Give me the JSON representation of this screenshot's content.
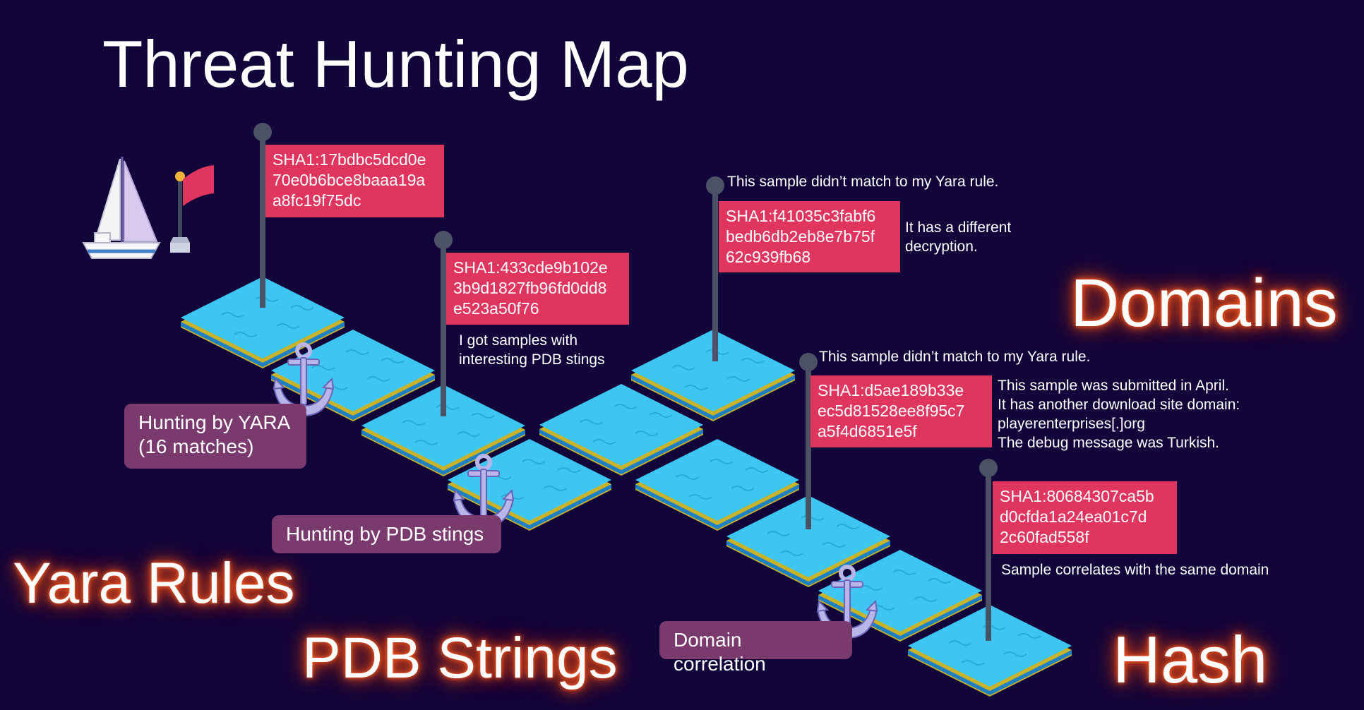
{
  "title": "Threat Hunting Map",
  "stage_labels": {
    "yara_rules": "Yara Rules",
    "pdb_strings": "PDB Strings",
    "domains": "Domains",
    "hash": "Hash"
  },
  "steps": [
    {
      "label": "Hunting by YARA\n(16 matches)"
    },
    {
      "label": "Hunting by PDB stings"
    },
    {
      "label": "Domain correlation"
    }
  ],
  "flags": [
    {
      "hash": "SHA1:17bdbc5dcd0e\n70e0b6bce8baaa19a\na8fc19f75dc"
    },
    {
      "hash": "SHA1:433cde9b102e\n3b9d1827fb96fd0dd8\ne523a50f76",
      "note": "I got samples with\ninteresting PDB stings"
    },
    {
      "hash": "SHA1:f41035c3fabf6\nbedb6db2eb8e7b75f\n62c939fb68",
      "note_top": "This sample didn’t match to my Yara rule.",
      "note_side": "It has a different\ndecryption."
    },
    {
      "hash": "SHA1:d5ae189b33e\nec5d81528ee8f95c7\na5f4d6851e5f",
      "note_top": "This sample didn’t match to my Yara rule.",
      "note_side": "This sample was submitted in April.\nIt has another download site domain:\nplayerenterprises[.]org\nThe debug message was Turkish."
    },
    {
      "hash": "SHA1:80684307ca5b\nd0cfda1a24ea01c7d\n2c60fad558f",
      "note": "Sample correlates with the same domain"
    }
  ],
  "colors": {
    "background": "#12053a",
    "tile_top": "#3dc6f2",
    "tile_side_blue": "#1d7fc4",
    "tile_side_yellow": "#c8b327",
    "flag_label": "#e0355e",
    "step_label": "#7a3a6e",
    "pole": "#4c5266",
    "glow": "#ff5a1e"
  },
  "icons": [
    "sailboat-icon",
    "start-flag-icon",
    "anchor-icon"
  ]
}
